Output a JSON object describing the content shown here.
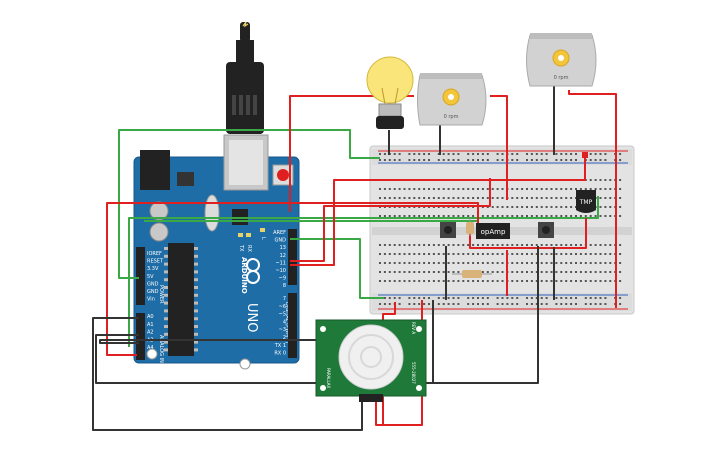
{
  "arduino": {
    "brand": "ARDUINO",
    "model": "UNO",
    "digital_label": "DIGITAL (PWM~)",
    "analog_label": "ANALOG IN",
    "power_label": "POWER",
    "tx": "TX",
    "rx": "RX",
    "led_l": "L",
    "header_top": [
      "AREF",
      "GND",
      "13",
      "12",
      "~11",
      "~10",
      "~9",
      "8"
    ],
    "header_bottom": [
      "7",
      "~6",
      "~5",
      "4",
      "~3",
      "2",
      "TX 1",
      "RX 0"
    ],
    "power_pins": [
      "IOREF",
      "RESET",
      "3.3V",
      "5V",
      "GND",
      "GND",
      "Vin"
    ],
    "analog_pins": [
      "A0",
      "A1",
      "A2",
      "A3",
      "A4",
      "A5"
    ]
  },
  "components": {
    "motor1_rpm": "0 rpm",
    "motor2_rpm": "0 rpm",
    "opamp_label": "opAmp",
    "tmp_label": "TMP",
    "pir_side_left": "PARALLAX",
    "pir_side_right": "555-28027",
    "pir_top": "REV A"
  },
  "colors": {
    "wire_red": "#e02020",
    "wire_green": "#3aa845",
    "wire_black": "#333333",
    "arduino_blue": "#1f6da7",
    "breadboard": "#e8e8e8",
    "pir_green": "#1f7a3a"
  }
}
